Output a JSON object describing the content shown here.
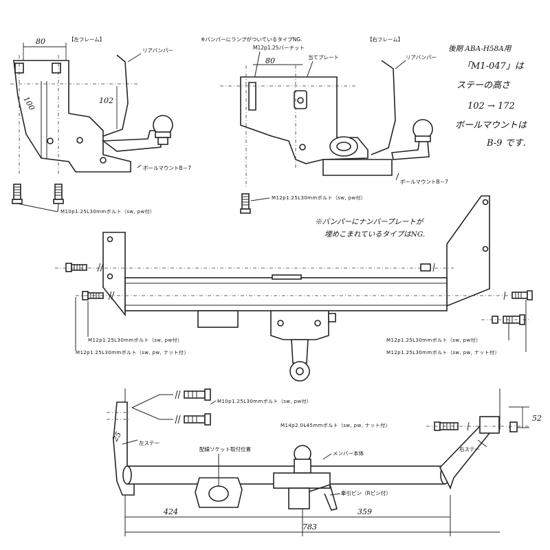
{
  "labels": {
    "left_frame": "【左フレーム】",
    "right_frame": "【右フレーム】",
    "rear_bumper_left": "リアバンパー",
    "rear_bumper_right": "リアバンパー",
    "ball_mount_left": "ボールマウントB－7",
    "ball_mount_right": "ボールマウントB－7",
    "bolt_m10_top": "M10p1.25L30mmボルト（sw, pw付）",
    "bolt_m12_top": "M12p1.25L30mmボルト（sw, pw付）",
    "nut_m12": "M12p1.25バーナット",
    "plate": "当てプレート",
    "bolt_m12_mid_left_a": "M12p1.25L30mmボルト（sw, pw付）",
    "bolt_m12_mid_left_b": "M12p1.25L30mmボルト（sw, pw, ナット付）",
    "bolt_m12_mid_right_a": "M12p1.25L30mmボルト（sw, pw付）",
    "bolt_m12_mid_right_b": "M12p1.25L30mmボルト（sw, pw, ナット付）",
    "bolt_m10_bottom": "M10p1.25L30mmボルト（sw, pw付）",
    "bolt_m14_bottom": "M14p2.0L45mmボルト（sw, pw, ナット付）",
    "left_stay": "左ステー",
    "right_stay": "右ステー",
    "socket_pos": "配線ソケット取付位置",
    "member_body": "メンバー本体",
    "hitch_pin": "牽引ピン（Rピン付）"
  },
  "notes": {
    "note_top": "※バンパーにランプがついているタイプNG.",
    "note_mid_1": "※バンパーにナンバープレートが",
    "note_mid_2": "埋めこまれているタイプはNG.",
    "hand_1": "後期 ABA-H58A用",
    "hand_2": "「M1-047」は",
    "hand_3": "ステーの高さ",
    "hand_4": "102 → 172",
    "hand_5": "ボールマウントは",
    "hand_6": "B-9 です."
  },
  "dimensions": {
    "d_80_left": "80",
    "d_100": "100",
    "d_102": "102",
    "d_80_right": "80",
    "d_25": "25",
    "d_52": "52",
    "d_424": "424",
    "d_359": "359",
    "d_783": "783"
  }
}
